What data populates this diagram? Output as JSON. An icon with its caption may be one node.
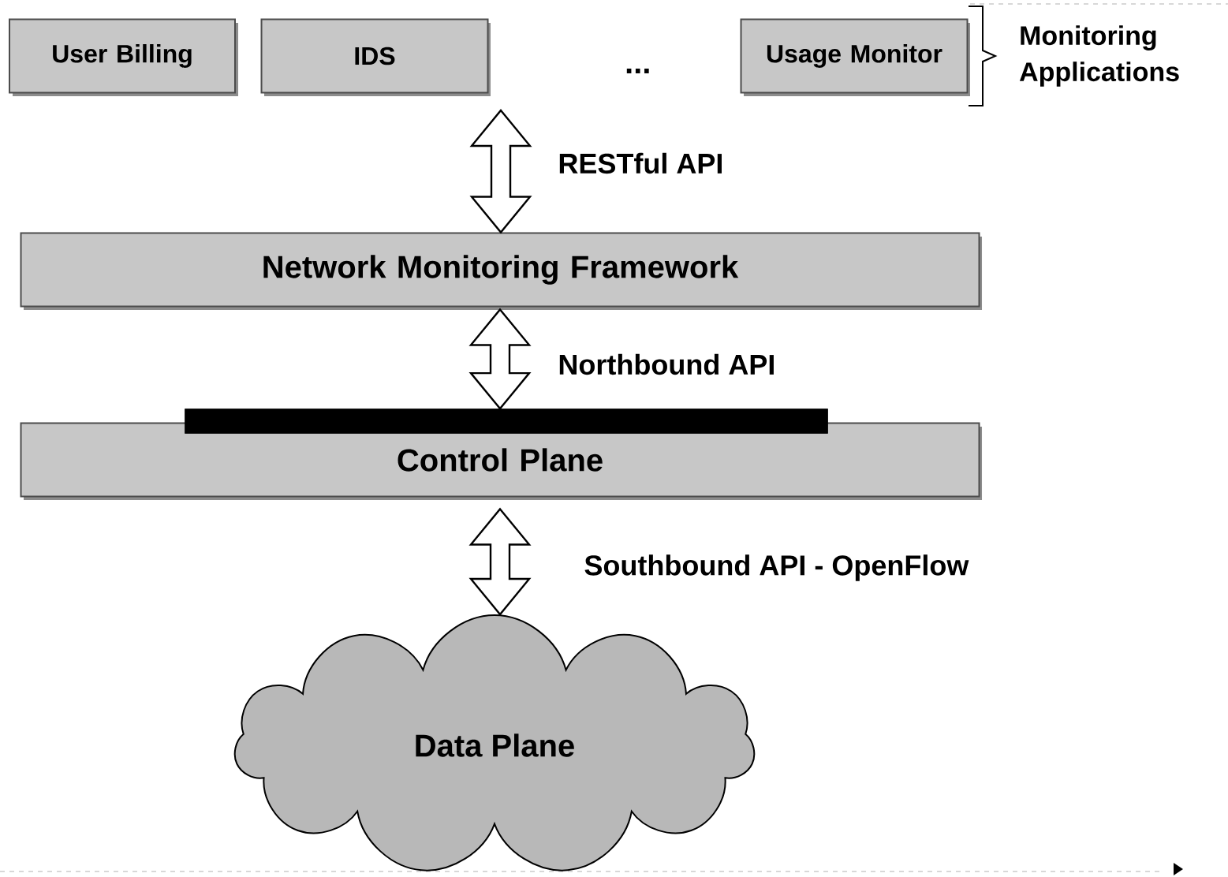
{
  "diagram": {
    "nodes": [
      {
        "text": [
          "User Billing"
        ]
      },
      {
        "text": [
          "IDS"
        ]
      },
      {
        "text": [
          "Usage Monitor"
        ]
      },
      {
        "text": [
          "Network Monitoring Framework"
        ]
      },
      {
        "text": [],
        "shape": "bar"
      },
      {
        "text": [
          "Control Plane"
        ]
      },
      {
        "text": [
          "Data Plane"
        ]
      }
    ],
    "edges": [
      {
        "from": null,
        "to": 3,
        "arrow": "both",
        "label": "RESTful API"
      },
      {
        "from": 3,
        "to": 4,
        "arrow": "both",
        "label": "Northbound API"
      },
      {
        "from": 5,
        "to": 6,
        "arrow": "both",
        "label": "Southbound API - OpenFlow"
      }
    ],
    "labels": [
      "...",
      "Monitoring Applications"
    ]
  }
}
